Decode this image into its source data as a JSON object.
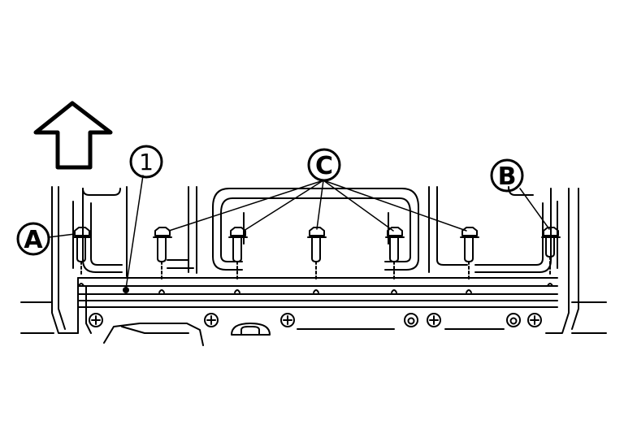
{
  "callouts": {
    "part_1": "1",
    "bolt_a": "A",
    "bolt_b": "B",
    "bolts_c": "C"
  },
  "icons": {
    "direction": "up-arrow-icon"
  }
}
